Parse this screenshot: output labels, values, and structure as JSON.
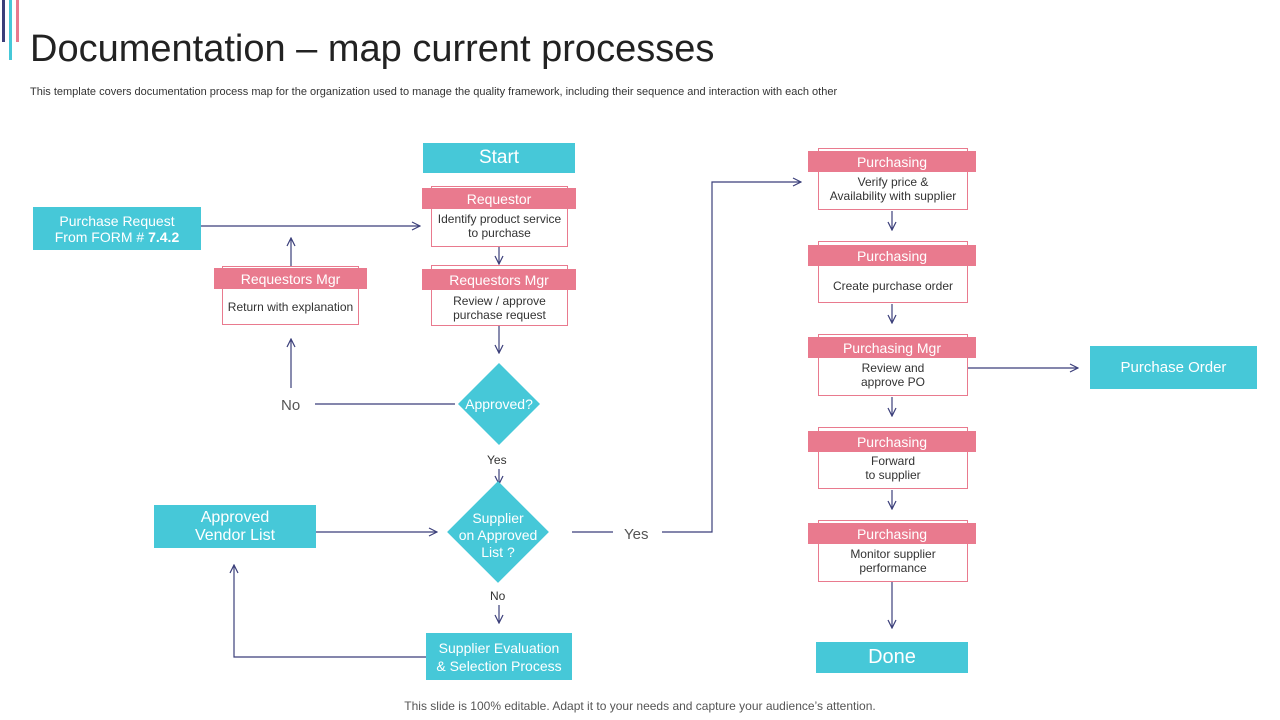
{
  "slide": {
    "title": "Documentation – map current processes",
    "subtitle": "This template covers documentation process map for the organization used to manage the quality framework, including their sequence and interaction with each other",
    "footer": "This slide is 100% editable. Adapt it to your needs and capture your audience’s attention."
  },
  "colors": {
    "teal": "#46c8d8",
    "pink": "#e97a8e",
    "line": "#3b3f7a"
  },
  "nodes": {
    "start": "Start",
    "purchase_request_line1": "Purchase Request",
    "purchase_request_prefix": "From FORM # ",
    "purchase_request_form": "7.4.2",
    "requestor": {
      "role": "Requestor",
      "text": "Identify product service\nto purchase"
    },
    "requestors_mgr_review": {
      "role": "Requestors Mgr",
      "text": "Review / approve\npurchase request"
    },
    "requestors_mgr_return": {
      "role": "Requestors Mgr",
      "text": "Return with explanation"
    },
    "approved": "Approved?",
    "no_label": "No",
    "yes_label_small": "Yes",
    "supplier_check": "Supplier\non Approved\nList ?",
    "yes_label_large": "Yes",
    "no_label_small": "No",
    "approved_vendor_list": "Approved\nVendor List",
    "supplier_evaluation": "Supplier Evaluation\n& Selection Process",
    "verify_price": {
      "role": "Purchasing",
      "text": "Verify price &\nAvailability with supplier"
    },
    "create_po": {
      "role": "Purchasing",
      "text": "Create purchase order"
    },
    "review_po": {
      "role": "Purchasing Mgr",
      "text": "Review and\napprove PO"
    },
    "forward": {
      "role": "Purchasing",
      "text": "Forward\nto supplier"
    },
    "monitor": {
      "role": "Purchasing",
      "text": "Monitor supplier\nperformance"
    },
    "purchase_order": "Purchase Order",
    "done": "Done"
  }
}
